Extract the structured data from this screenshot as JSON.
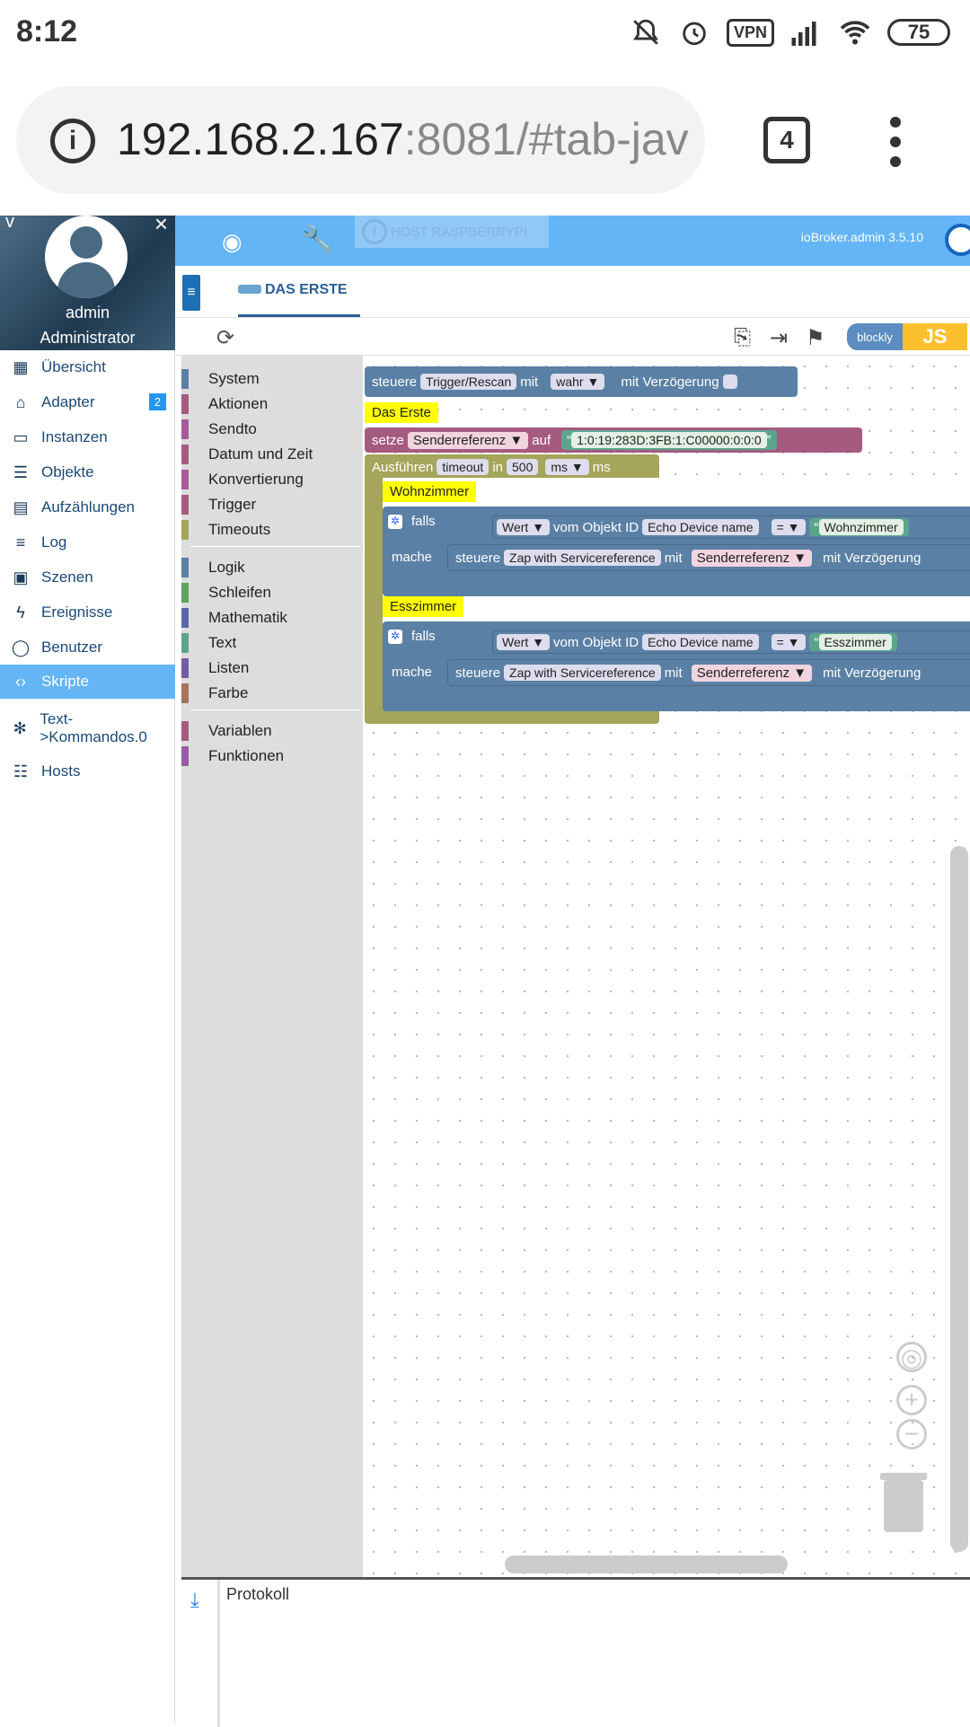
{
  "status_bar": {
    "time": "8:12",
    "vpn": "VPN",
    "battery": "75"
  },
  "browser": {
    "url_host": "192.168.2.167",
    "url_rest": ":8081/#tab-jav",
    "tab_count": "4"
  },
  "sidebar": {
    "user": "admin",
    "role": "Administrator",
    "items": [
      {
        "label": "Übersicht",
        "icon": "grid-icon"
      },
      {
        "label": "Adapter",
        "icon": "store-icon",
        "badge": "2"
      },
      {
        "label": "Instanzen",
        "icon": "card-icon"
      },
      {
        "label": "Objekte",
        "icon": "list-icon"
      },
      {
        "label": "Aufzählungen",
        "icon": "enum-icon"
      },
      {
        "label": "Log",
        "icon": "lines-icon"
      },
      {
        "label": "Szenen",
        "icon": "scene-icon"
      },
      {
        "label": "Ereignisse",
        "icon": "bolt-icon"
      },
      {
        "label": "Benutzer",
        "icon": "person-icon"
      },
      {
        "label": "Skripte",
        "icon": "code-icon",
        "active": true
      },
      {
        "label": "Text->Kommandos.0",
        "icon": "snowflake-icon"
      },
      {
        "label": "Hosts",
        "icon": "hosts-icon"
      }
    ]
  },
  "topbar": {
    "host": "HOST RASPBERRYPI",
    "version": "ioBroker.admin 3.5.10"
  },
  "tabs": {
    "active": "DAS ERSTE"
  },
  "toolbar": {
    "mode_blockly": "blockly",
    "mode_js": "JS"
  },
  "toolbox": {
    "categories": [
      {
        "label": "System",
        "color": "#5b80a5"
      },
      {
        "label": "Aktionen",
        "color": "#a55b80"
      },
      {
        "label": "Sendto",
        "color": "#a55b99"
      },
      {
        "label": "Datum und Zeit",
        "color": "#a55b80"
      },
      {
        "label": "Konvertierung",
        "color": "#a55b99"
      },
      {
        "label": "Trigger",
        "color": "#a55b80"
      },
      {
        "label": "Timeouts",
        "color": "#a5a55b"
      },
      {
        "label": "Logik",
        "color": "#5b80a5"
      },
      {
        "label": "Schleifen",
        "color": "#5ba55b"
      },
      {
        "label": "Mathematik",
        "color": "#5b67a5"
      },
      {
        "label": "Text",
        "color": "#5ba58c"
      },
      {
        "label": "Listen",
        "color": "#745ba5"
      },
      {
        "label": "Farbe",
        "color": "#a5745b"
      },
      {
        "label": "Variablen",
        "color": "#a55b80"
      },
      {
        "label": "Funktionen",
        "color": "#995ba5"
      }
    ]
  },
  "workspace": {
    "b1": {
      "word1": "steuere",
      "field1": "Trigger/Rescan",
      "word2": "mit",
      "value": "wahr ▼",
      "word3": "mit Verzögerung"
    },
    "comment1": "Das Erste",
    "b2": {
      "word1": "setze",
      "var": "Senderreferenz ▼",
      "word2": "auf",
      "string": "1:0:19:283D:3FB:1:C00000:0:0:0"
    },
    "b3": {
      "word1": "Ausführen",
      "field": "timeout",
      "word2": "in",
      "num": "500",
      "unit": "ms ▼",
      "word3": "ms"
    },
    "comment2": "Wohnzimmer",
    "comment3": "Esszimmer",
    "if1": {
      "falls": "falls",
      "mache": "mache",
      "wert": "Wert ▼",
      "vom": "vom Objekt ID",
      "id": "Echo Device name",
      "op": "= ▼",
      "str": "Wohnzimmer"
    },
    "act1": {
      "word1": "steuere",
      "field": "Zap with Servicereference",
      "word2": "mit",
      "var": "Senderreferenz ▼",
      "word3": "mit Verzögerung"
    },
    "if2": {
      "falls": "falls",
      "mache": "mache",
      "wert": "Wert ▼",
      "vom": "vom Objekt ID",
      "id": "Echo Device name",
      "op": "= ▼",
      "str": "Esszimmer"
    },
    "act2": {
      "word1": "steuere",
      "field": "Zap with Servicereference",
      "word2": "mit",
      "var": "Senderreferenz ▼",
      "word3": "mit Verzögerung"
    }
  },
  "protokoll": {
    "label": "Protokoll"
  }
}
